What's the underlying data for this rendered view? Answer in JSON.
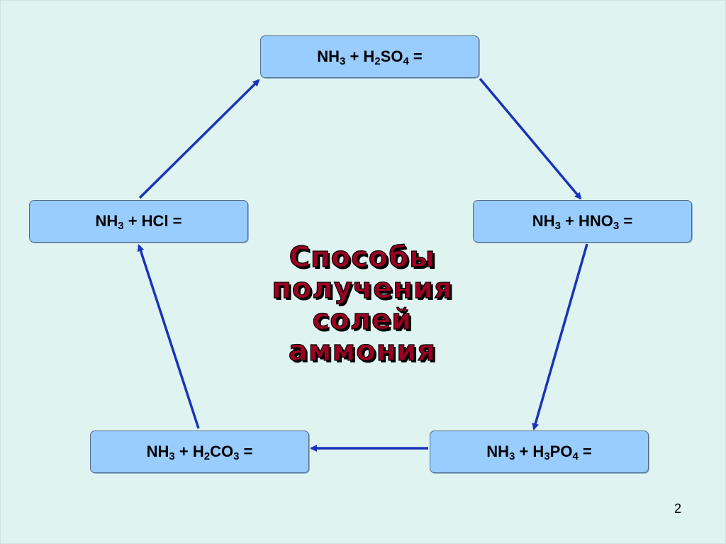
{
  "reactions": {
    "top": {
      "base": "NH",
      "s1": "3",
      "mid": " + H",
      "s2": "2",
      "mid2": "SO",
      "s3": "4",
      "end": " ="
    },
    "left": {
      "base": "NH",
      "s1": "3",
      "end": " + HCl ="
    },
    "right": {
      "base": "NH",
      "s1": "3",
      "mid": " + HNO",
      "s2": "3",
      "end": " ="
    },
    "bottom_left": {
      "base": "NH",
      "s1": "3",
      "mid": " + H",
      "s2": "2",
      "mid2": "CO",
      "s3": "3",
      "end": " ="
    },
    "bottom_right": {
      "base": "NH",
      "s1": "3",
      "mid": " + H",
      "s2": "3",
      "mid2": "PO",
      "s3": "4",
      "end": " ="
    }
  },
  "title_lines": [
    "Способы",
    "получения",
    "солей",
    "аммония"
  ],
  "slide_number": "2",
  "colors": {
    "background": "#dff4f1",
    "box_fill": "#99ccff",
    "arrow": "#1a33bb",
    "title": "#9a0022"
  }
}
